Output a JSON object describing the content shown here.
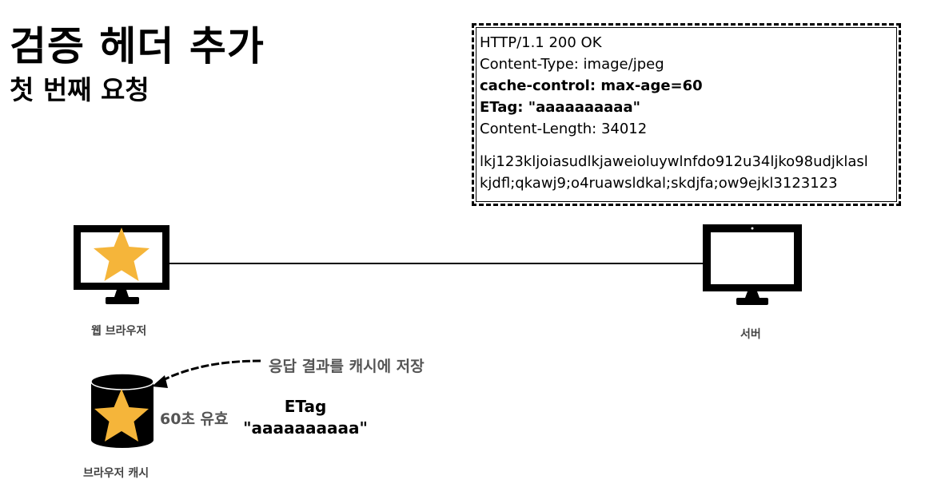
{
  "title": "검증 헤더 추가",
  "subtitle": "첫 번째 요청",
  "response": {
    "status_line": "HTTP/1.1 200 OK",
    "content_type": "Content-Type: image/jpeg",
    "cache_control": "cache-control: max-age=60",
    "etag": "ETag: \"aaaaaaaaaa\"",
    "content_length": "Content-Length: 34012",
    "body_line1": "lkj123kljoiasudlkjaweioluywlnfdo912u34ljko98udjklasl",
    "body_line2": "kjdfl;qkawj9;o4ruawsldkal;skdjfa;ow9ejkl3123123"
  },
  "browser_label": "웹 브라우저",
  "server_label": "서버",
  "cache_label": "브라우저 캐시",
  "arrow_label": "응답 결과를 캐시에 저장",
  "validity_label": "60초 유효",
  "etag_title": "ETag",
  "etag_value": "\"aaaaaaaaaa\"",
  "colors": {
    "star": "#F5B53A",
    "text_gray": "#555555",
    "black": "#000000"
  }
}
